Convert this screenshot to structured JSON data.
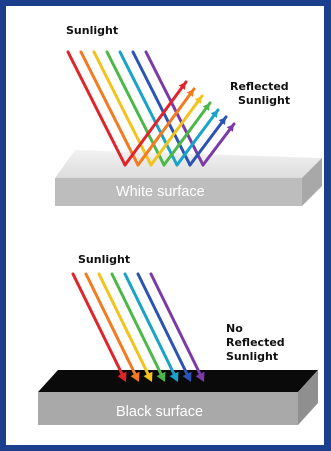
{
  "top_panel": {
    "sunlight_label": "Sunlight",
    "reflected_line1": "Reflected",
    "reflected_line2": "Sunlight",
    "surface_label": "White surface"
  },
  "bottom_panel": {
    "sunlight_label": "Sunlight",
    "no_reflected_line1": "No",
    "no_reflected_line2": "Reflected",
    "no_reflected_line3": "Sunlight",
    "surface_label": "Black surface"
  },
  "colors": {
    "frame": "#1b3f8c",
    "white_surface_top": "#e8e8e8",
    "white_surface_front": "#bdbdbd",
    "black_surface_top": "#0a0a0a",
    "black_surface_front": "#a9a9a9",
    "rays": [
      "#e0252a",
      "#f47a20",
      "#f2c31d",
      "#4cb848",
      "#1aa3c8",
      "#2a53b5",
      "#7a3aa8"
    ]
  }
}
